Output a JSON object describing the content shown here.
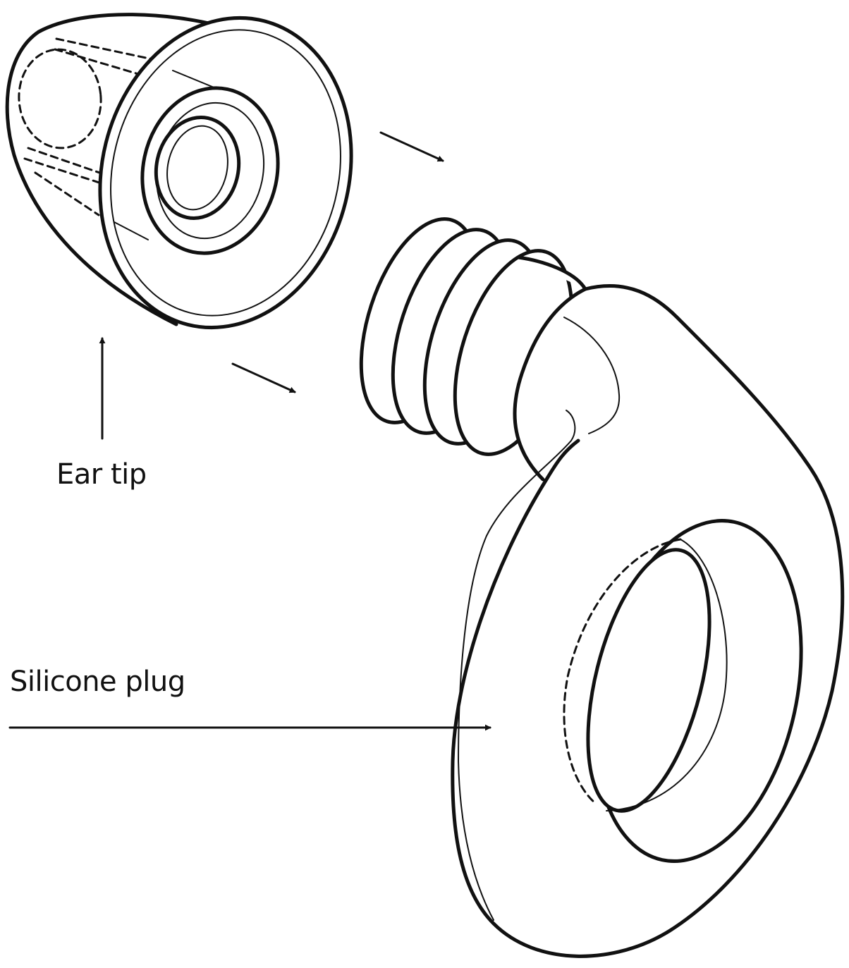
{
  "labels": {
    "ear_tip": "Ear tip",
    "silicone_plug": "Silicone plug"
  },
  "style": {
    "line_color": "#111111",
    "background": "#ffffff"
  },
  "parts": [
    {
      "name": "ear-tip",
      "label_key": "ear_tip"
    },
    {
      "name": "silicone-plug",
      "label_key": "silicone_plug"
    }
  ]
}
